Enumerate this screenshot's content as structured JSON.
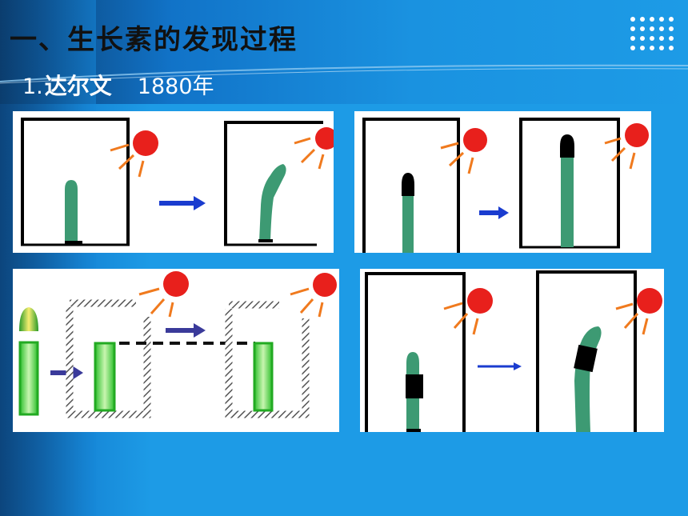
{
  "slide": {
    "title": "一、生长素的发现过程",
    "subtitle_number": "1.",
    "subtitle_name": "达尔文",
    "subtitle_year": "1880年"
  },
  "colors": {
    "background": "#1d9be6",
    "coleoptile": "#3d9a73",
    "sun": "#e8201c",
    "rays": "#f07a1e",
    "arrow": "#1a3ccf",
    "box_hatch": "#555555",
    "agar_green": "#2ecc40"
  },
  "figures": [
    {
      "name": "phototropism-intact-tip",
      "icons": [
        "box-icon",
        "coleoptile-icon",
        "sun-icon",
        "arrow-icon"
      ]
    },
    {
      "name": "opaque-cap-on-tip",
      "icons": [
        "box-icon",
        "coleoptile-capped-icon",
        "sun-icon",
        "arrow-icon"
      ]
    },
    {
      "name": "agar-block-transfer",
      "icons": [
        "tip-icon",
        "agar-block-icon",
        "hatched-box-icon",
        "sun-icon",
        "arrow-icon"
      ]
    },
    {
      "name": "opaque-sleeve-below-tip",
      "icons": [
        "box-icon",
        "coleoptile-sleeved-icon",
        "sun-icon",
        "arrow-icon"
      ]
    }
  ]
}
